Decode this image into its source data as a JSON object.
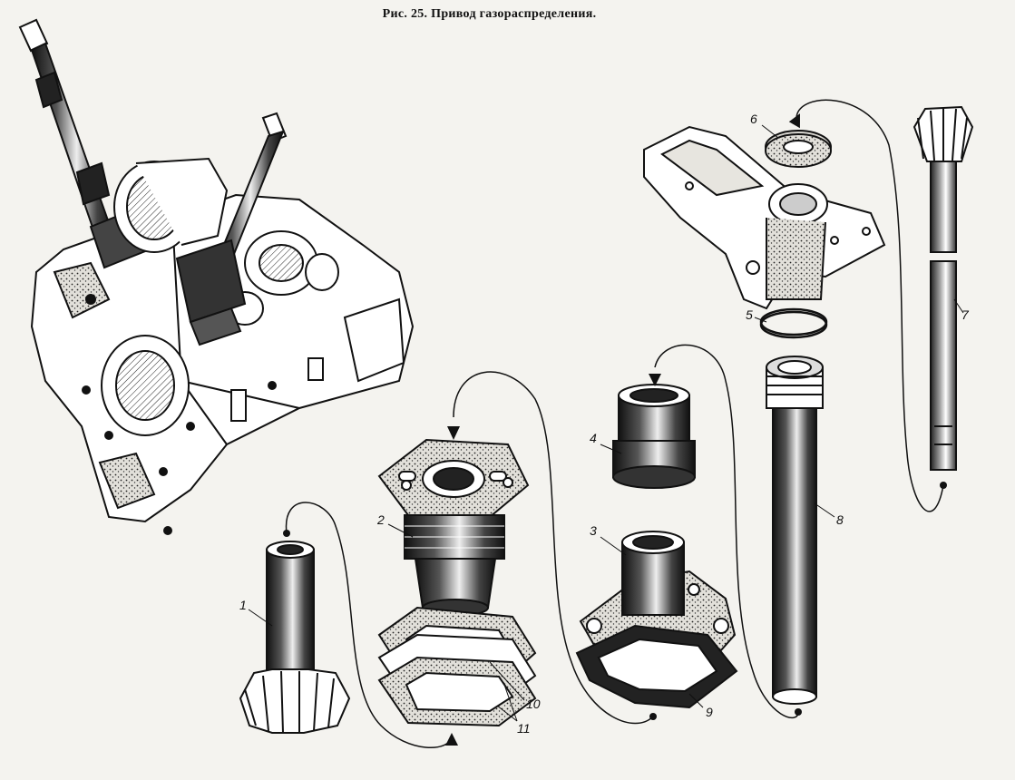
{
  "title": "Рис. 25. Привод газораспределения.",
  "colors": {
    "ink": "#111111",
    "paper": "#f4f3ef",
    "shade": "#d8d6d0"
  },
  "labels": {
    "p1": "1",
    "p2": "2",
    "p3": "3",
    "p4": "4",
    "p5": "5",
    "p6": "6",
    "p7": "7",
    "p8": "8",
    "p9": "9",
    "p10": "10",
    "p11": "11"
  }
}
